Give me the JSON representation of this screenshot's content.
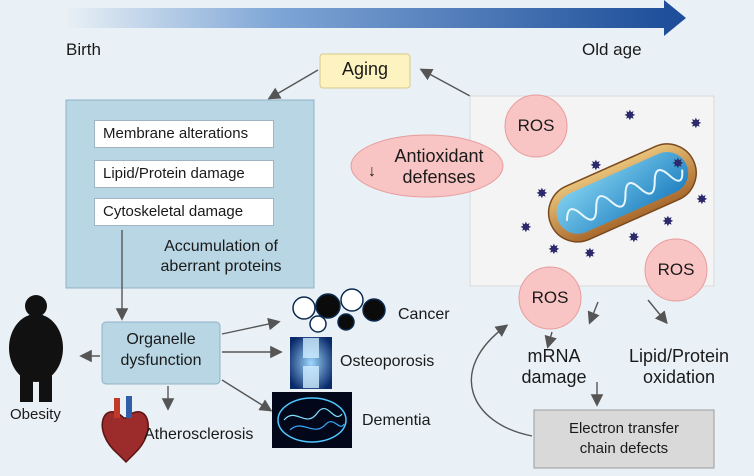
{
  "timeline": {
    "start": "Birth",
    "end": "Old age"
  },
  "aging": "Aging",
  "damage_box": {
    "items": [
      "Membrane alterations",
      "Lipid/Protein damage",
      "Cytoskeletal damage"
    ],
    "accumulation_line1": "Accumulation of",
    "accumulation_line2": "aberrant proteins"
  },
  "organelle": {
    "line1": "Organelle",
    "line2": "dysfunction"
  },
  "outcomes": {
    "cancer": "Cancer",
    "osteoporosis": "Osteoporosis",
    "dementia": "Dementia",
    "obesity": "Obesity",
    "atherosclerosis": "Atherosclerosis"
  },
  "ros": "ROS",
  "antioxidant": {
    "arrow": "↓",
    "line1": "Antioxidant",
    "line2": "defenses"
  },
  "mrna": {
    "line1": "mRNA",
    "line2": "damage"
  },
  "lipid_ox": {
    "line1": "Lipid/Protein",
    "line2": "oxidation"
  },
  "etc": {
    "line1": "Electron transfer",
    "line2": "chain defects"
  },
  "colors": {
    "timeline": "#1f4f9a",
    "aging_box": "#fdf3c0",
    "damage_box": "#b9d6e4",
    "ros_fill": "#f9c4c4",
    "etc_box": "#d9d9d9"
  }
}
